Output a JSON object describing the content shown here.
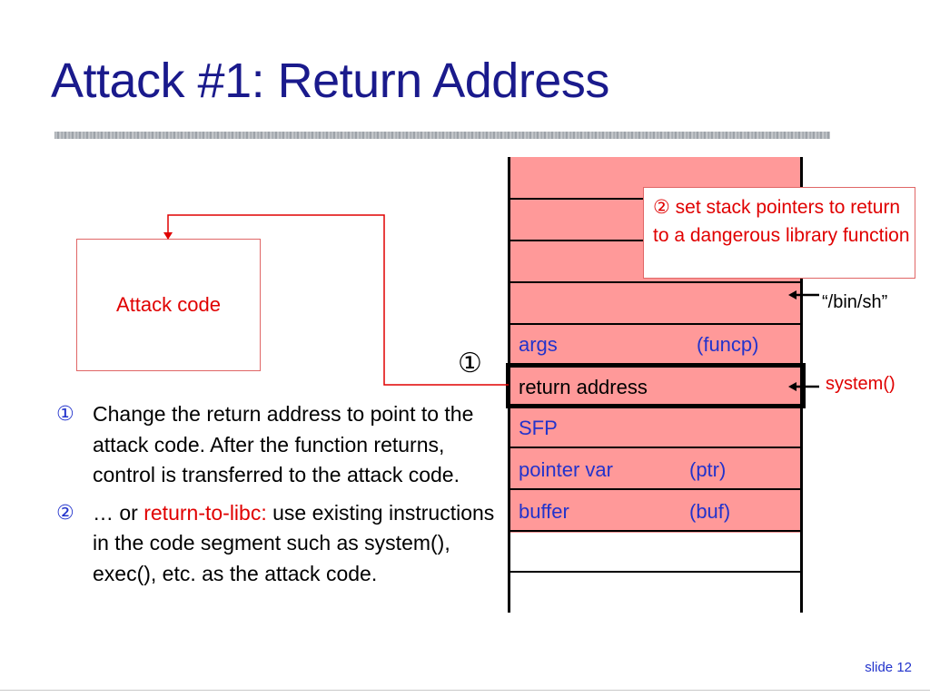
{
  "title": "Attack #1: Return Address",
  "attack_code": "Attack code",
  "callout": {
    "num": "②",
    "text": " set stack pointers to return to a dangerous library function"
  },
  "marker_1": "①",
  "stack": {
    "args_label": "args",
    "args_value": "(funcp)",
    "return_label": "return address",
    "sfp_label": "SFP",
    "ptr_label": "pointer var",
    "ptr_value": "(ptr)",
    "buf_label": "buffer",
    "buf_value": "(buf)"
  },
  "side_labels": {
    "binsh": "“/bin/sh”",
    "system": "system()"
  },
  "bullets": [
    {
      "num": "①",
      "text": "Change the return address to point to the attack code. After the function returns, control is transferred to the attack code."
    },
    {
      "num": "②",
      "prefix": "… or ",
      "highlight": "return-to-libc:",
      "suffix": " use existing instructions in the code segment such as system(), exec(), etc. as the attack code."
    }
  ],
  "footer": "slide 12",
  "colors": {
    "title": "#1a1a8c",
    "stack_fill": "#ff9999",
    "accent_red": "#e00000",
    "stack_text": "#2233cc"
  }
}
